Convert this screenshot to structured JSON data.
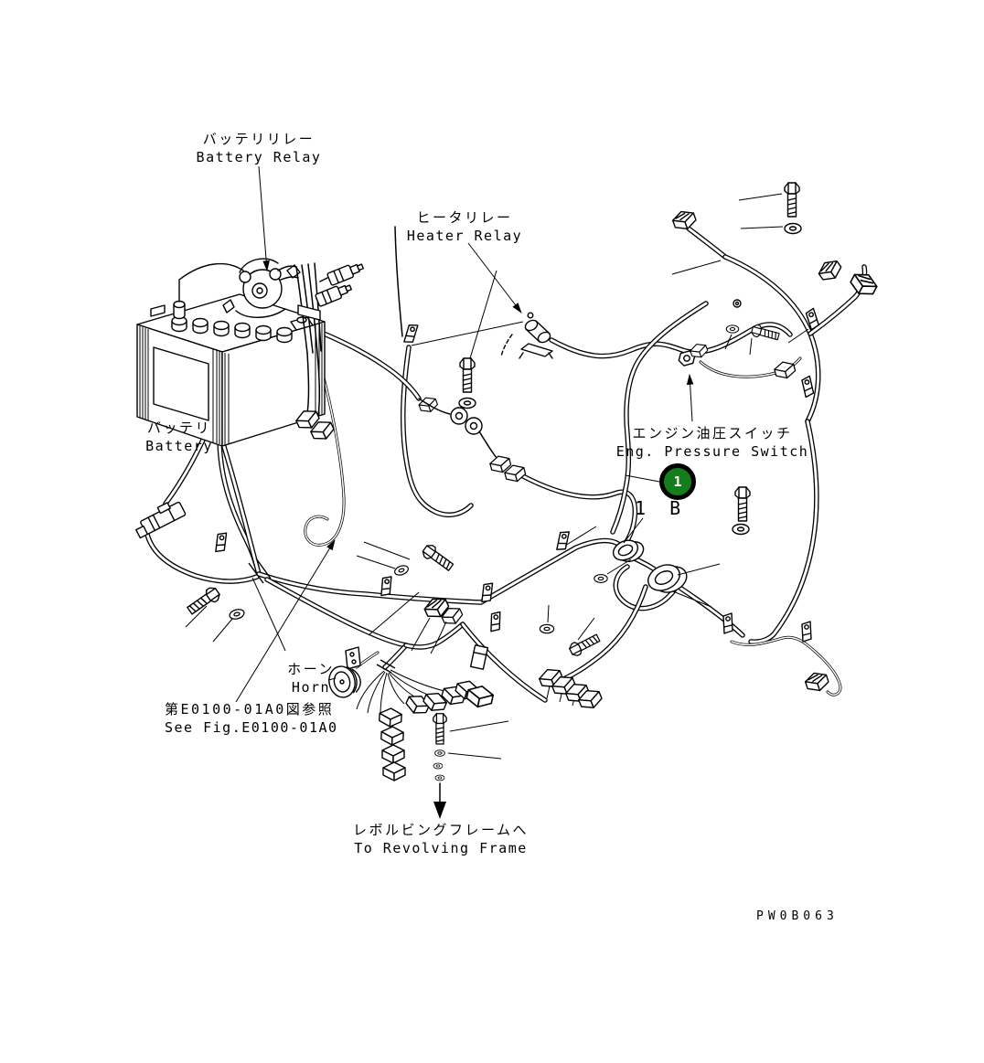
{
  "page": {
    "background": "#ffffff",
    "line_color": "#000000"
  },
  "callout": {
    "number": "1",
    "ref_label": "1 B",
    "fill": "#157d1c",
    "ring_color": "#000000",
    "number_color": "#ffffff"
  },
  "labels": {
    "battery_relay_jp": "バッテリリレー",
    "battery_relay_en": "Battery Relay",
    "heater_relay_jp": "ヒータリレー",
    "heater_relay_en": "Heater Relay",
    "battery_jp": "バッテリ",
    "battery_en": "Battery",
    "eng_pressure_switch_jp": "エンジン油圧スイッチ",
    "eng_pressure_switch_en": "Eng. Pressure Switch",
    "horn_jp": "ホーン",
    "horn_en": "Horn",
    "see_fig_jp": "第E0100-01A0図参照",
    "see_fig_en": "See Fig.E0100-01A0",
    "to_revolving_frame_jp": "レボルビングフレームへ",
    "to_revolving_frame_en": "To Revolving Frame",
    "drawing_number": "PW0B063"
  }
}
